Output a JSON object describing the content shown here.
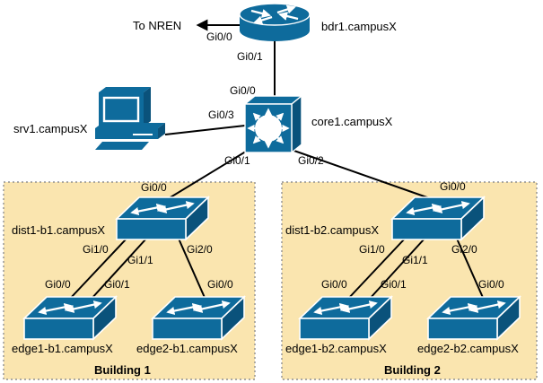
{
  "colors": {
    "device_blue": "#0E6B9C",
    "device_side": "#0A527B",
    "building_fill": "#FAE5AF",
    "building_border": "#909090",
    "link": "#000000"
  },
  "external": {
    "nren": "To NREN"
  },
  "devices": {
    "bdr1": {
      "label": "bdr1.campusX",
      "type": "router"
    },
    "core1": {
      "label": "core1.campusX",
      "type": "l3-switch"
    },
    "srv1": {
      "label": "srv1.campusX",
      "type": "server-workstation"
    },
    "dist1b1": {
      "label": "dist1-b1.campusX",
      "type": "switch"
    },
    "edge1b1": {
      "label": "edge1-b1.campusX",
      "type": "switch"
    },
    "edge2b1": {
      "label": "edge2-b1.campusX",
      "type": "switch"
    },
    "dist1b2": {
      "label": "dist1-b2.campusX",
      "type": "switch"
    },
    "edge1b2": {
      "label": "edge1-b2.campusX",
      "type": "switch"
    },
    "edge2b2": {
      "label": "edge2-b2.campusX",
      "type": "switch"
    }
  },
  "buildings": {
    "b1": "Building 1",
    "b2": "Building 2"
  },
  "interfaces": {
    "bdr1_nren": "Gi0/0",
    "bdr1_core": "Gi0/1",
    "core_bdr": "Gi0/0",
    "core_srv": "Gi0/3",
    "core_b1": "Gi0/1",
    "core_b2": "Gi0/2",
    "dist1b1_up": "Gi0/0",
    "dist1b1_e1a": "Gi1/0",
    "dist1b1_e1b": "Gi1/1",
    "dist1b1_e2": "Gi2/0",
    "edge1b1_a": "Gi0/0",
    "edge1b1_b": "Gi0/1",
    "edge2b1": "Gi0/0",
    "dist1b2_up": "Gi0/0",
    "dist1b2_e1a": "Gi1/0",
    "dist1b2_e1b": "Gi1/1",
    "dist1b2_e2": "Gi2/0",
    "edge1b2_a": "Gi0/0",
    "edge1b2_b": "Gi0/1",
    "edge2b2": "Gi0/0"
  }
}
